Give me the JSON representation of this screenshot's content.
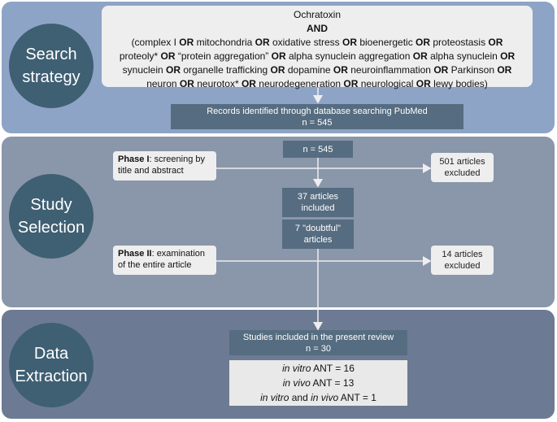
{
  "sections": {
    "search": {
      "label": "Search\nstrategy"
    },
    "selection": {
      "label": "Study\nSelection"
    },
    "extraction": {
      "label": "Data\nExtraction"
    }
  },
  "search_query": {
    "line1": "Ochratoxin",
    "line2": "AND",
    "lines": [
      "(complex I OR mitochondria OR oxidative stress OR bioenergetic OR proteostasis OR",
      "proteoly* OR “protein aggregation” OR alpha synuclein aggregation OR alpha synuclein OR",
      "synuclein OR organelle trafficking OR dopamine OR neuroinflammation OR Parkinson OR",
      "neuron OR neurotox* OR neurodegeneration OR neurological OR lewy bodies)"
    ]
  },
  "records": {
    "line1": "Records identified through database searching PubMed",
    "line2": "n = 545"
  },
  "selection": {
    "n_box": "n = 545",
    "phase1_bold": "Phase I",
    "phase1_rest": ": screening by title and abstract",
    "excluded1_l1": "501 articles",
    "excluded1_l2": "excluded",
    "included_l1": "37 articles",
    "included_l2": "included",
    "doubtful_l1": "7 \"doubtful\"",
    "doubtful_l2": "articles",
    "phase2_bold": "Phase II",
    "phase2_rest": ": examination of the entire article",
    "excluded2_l1": "14 articles",
    "excluded2_l2": "excluded"
  },
  "extraction": {
    "studies_l1": "Studies included in the present review",
    "studies_l2": "n = 30",
    "row1_italic": "in vitro",
    "row1_rest": " ANT = 16",
    "row2_italic": "in vivo",
    "row2_rest": " ANT = 13",
    "row3_italic1": "in vitro",
    "row3_mid": " and ",
    "row3_italic2": "in vivo",
    "row3_rest": " ANT = 1"
  },
  "colors": {
    "band_search": "#8ea4c6",
    "band_selection": "#8a96a9",
    "band_extraction": "#6c7b93",
    "circle": "#3f5f73",
    "dark_box": "#566c80"
  }
}
